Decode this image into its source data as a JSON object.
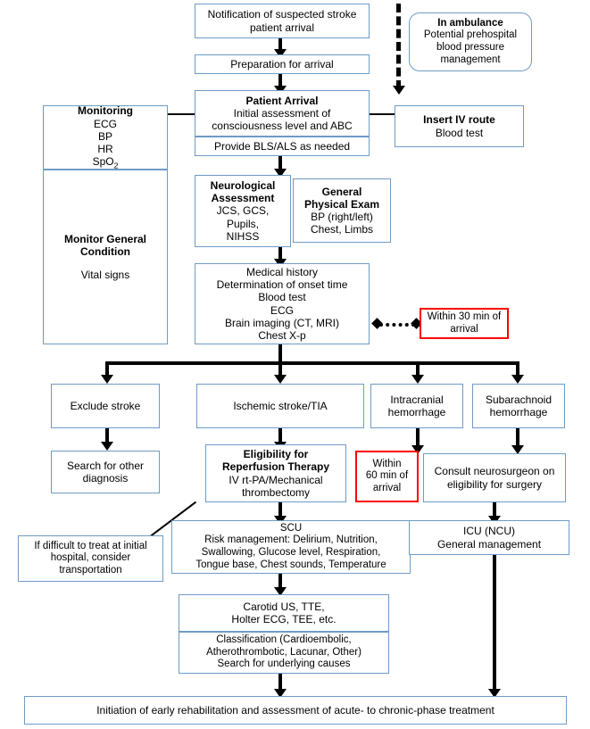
{
  "diagram": {
    "title": "Acute stroke hospital workflow flowchart",
    "colors": {
      "box_border": "#6e9bc5",
      "alert_border": "#ff0000",
      "connector": "#000000",
      "background": "#ffffff"
    }
  },
  "nodes": {
    "notification": {
      "lines": [
        "Notification of suspected stroke",
        "patient arrival"
      ]
    },
    "preparation": {
      "lines": [
        "Preparation for arrival"
      ]
    },
    "in_ambulance": {
      "title": "In ambulance",
      "lines": [
        "Potential prehospital",
        "blood pressure",
        "management"
      ]
    },
    "patient_arrival": {
      "title": "Patient Arrival",
      "lines": [
        "Initial assessment of",
        "consciousness level and ABC"
      ]
    },
    "bls_als": {
      "lines": [
        "Provide BLS/ALS as needed"
      ]
    },
    "insert_iv": {
      "title": "Insert IV route",
      "lines": [
        "Blood test"
      ]
    },
    "monitoring": {
      "title": "Monitoring",
      "lines": [
        "ECG",
        "BP",
        "HR"
      ],
      "spo2": "SpO",
      "spo2_sub": "2"
    },
    "monitor_general": {
      "title_lines": [
        "Monitor General",
        "Condition"
      ],
      "lines": [
        "Vital signs"
      ]
    },
    "neurological": {
      "title_lines": [
        "Neurological",
        "Assessment"
      ],
      "lines": [
        "JCS, GCS,",
        "Pupils,",
        "NIHSS"
      ]
    },
    "general_exam": {
      "title_lines": [
        "General",
        "Physical Exam"
      ],
      "lines": [
        "BP (right/left)",
        "Chest, Limbs"
      ]
    },
    "workup": {
      "lines": [
        "Medical history",
        "Determination of onset time",
        "Blood test",
        "ECG",
        "Brain imaging (CT, MRI)",
        "Chest X-p"
      ]
    },
    "within30": {
      "lines": [
        "Within 30 min of",
        "arrival"
      ]
    },
    "exclude_stroke": {
      "lines": [
        "Exclude stroke"
      ]
    },
    "ischemic": {
      "lines": [
        "Ischemic stroke/TIA"
      ]
    },
    "intracranial": {
      "lines": [
        "Intracranial",
        "hemorrhage"
      ]
    },
    "subarachnoid": {
      "lines": [
        "Subarachnoid",
        "hemorrhage"
      ]
    },
    "search_other": {
      "lines": [
        "Search for other",
        "diagnosis"
      ]
    },
    "eligibility": {
      "title_lines": [
        "Eligibility for",
        "Reperfusion Therapy"
      ],
      "lines": [
        "IV rt-PA/Mechanical",
        "thrombectomy"
      ]
    },
    "within60": {
      "lines": [
        "Within",
        "60 min of",
        "arrival"
      ]
    },
    "consult_neurosurgeon": {
      "lines": [
        "Consult neurosurgeon on",
        "eligibility for surgery"
      ]
    },
    "transportation": {
      "lines": [
        "If difficult to treat at initial",
        "hospital, consider",
        "transportation"
      ]
    },
    "scu": {
      "lines": [
        "SCU",
        "Risk management: Delirium, Nutrition,",
        "Swallowing, Glucose level, Respiration,",
        "Tongue base, Chest sounds, Temperature"
      ]
    },
    "icu": {
      "lines": [
        "ICU (NCU)",
        "General management"
      ]
    },
    "carotid": {
      "lines": [
        "Carotid US, TTE,",
        "Holter ECG, TEE, etc."
      ]
    },
    "classification": {
      "lines": [
        "Classification (Cardioembolic,",
        "Atherothrombotic, Lacunar, Other)",
        "Search for underlying causes"
      ]
    },
    "rehabilitation": {
      "lines": [
        "Initiation of early rehabilitation and assessment of acute- to chronic-phase treatment"
      ]
    }
  }
}
